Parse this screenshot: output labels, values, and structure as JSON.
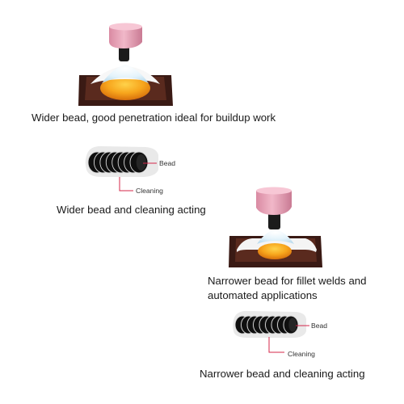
{
  "captions": {
    "top": "Wider bead, good penetration ideal for buildup work",
    "bead_left": "Wider bead and cleaning acting",
    "narrow_line1": "Narrower bead for fillet welds and",
    "narrow_line2": "automated applications",
    "bead_right": "Narrower bead and cleaning acting"
  },
  "labels": {
    "bead": "Bead",
    "cleaning": "Cleaning"
  },
  "colors": {
    "nozzle": "#e6a0b6",
    "electrode": "#1b1b1b",
    "tray": "#3a1a14",
    "pool": "#f2a51a",
    "arc": "#dff1fb",
    "cleaning_zone": "#e8e8e8",
    "bead_ring": "#111111",
    "leader_line": "#d4274a"
  }
}
